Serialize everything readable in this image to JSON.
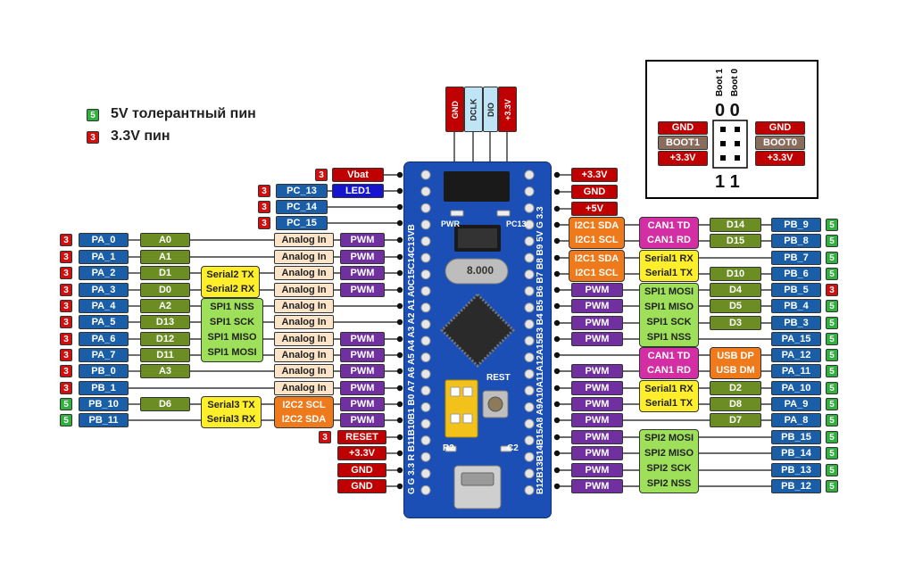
{
  "legend": [
    {
      "badge": "5",
      "text": "5V толерантный пин"
    },
    {
      "badge": "3",
      "text": "3.3V пин"
    }
  ],
  "top_header": [
    "GND",
    "DCLK",
    "DIO",
    "+3.3V"
  ],
  "left_top": [
    {
      "badge": "3",
      "label": "Vbat"
    },
    {
      "badge": "3",
      "label": "PC_13",
      "extra": "LED1"
    },
    {
      "badge": "3",
      "label": "PC_14"
    },
    {
      "badge": "3",
      "label": "PC_15"
    }
  ],
  "left_rows": [
    {
      "badge": "3",
      "pin": "PA_0",
      "alias": "A0",
      "analog": "Analog In",
      "pwm": "PWM"
    },
    {
      "badge": "3",
      "pin": "PA_1",
      "alias": "A1",
      "analog": "Analog In",
      "pwm": "PWM"
    },
    {
      "badge": "3",
      "pin": "PA_2",
      "alias": "D1",
      "analog": "Analog In",
      "pwm": "PWM"
    },
    {
      "badge": "3",
      "pin": "PA_3",
      "alias": "D0",
      "analog": "Analog In",
      "pwm": "PWM"
    },
    {
      "badge": "3",
      "pin": "PA_4",
      "alias": "A2",
      "analog": "Analog In",
      "pwm": ""
    },
    {
      "badge": "3",
      "pin": "PA_5",
      "alias": "D13",
      "analog": "Analog In",
      "pwm": ""
    },
    {
      "badge": "3",
      "pin": "PA_6",
      "alias": "D12",
      "analog": "Analog In",
      "pwm": "PWM"
    },
    {
      "badge": "3",
      "pin": "PA_7",
      "alias": "D11",
      "analog": "Analog In",
      "pwm": "PWM"
    },
    {
      "badge": "3",
      "pin": "PB_0",
      "alias": "A3",
      "analog": "Analog In",
      "pwm": "PWM"
    },
    {
      "badge": "3",
      "pin": "PB_1",
      "alias": "",
      "analog": "Analog In",
      "pwm": "PWM"
    },
    {
      "badge": "5",
      "pin": "PB_10",
      "alias": "D6",
      "analog": "",
      "pwm": "PWM"
    },
    {
      "badge": "5",
      "pin": "PB_11",
      "alias": "",
      "analog": "",
      "pwm": "PWM"
    }
  ],
  "left_groups": [
    {
      "lines": [
        "Serial2 TX",
        "Serial2 RX"
      ]
    },
    {
      "lines": [
        "SPI1 NSS",
        "SPI1 SCK",
        "SPI1 MISO",
        "SPI1 MOSI"
      ]
    },
    {
      "lines": [
        "Serial3 TX",
        "Serial3 RX"
      ]
    },
    {
      "lines": [
        "I2C2 SCL",
        "I2C2 SDA"
      ]
    }
  ],
  "left_bottom": [
    {
      "badge": "3",
      "label": "RESET"
    },
    {
      "badge": "",
      "label": "+3.3V"
    },
    {
      "badge": "",
      "label": "GND"
    },
    {
      "badge": "",
      "label": "GND"
    }
  ],
  "right_top": [
    "+3.3V",
    "GND",
    "+5V"
  ],
  "right_rows": [
    {
      "pwm": "",
      "alias": "D14",
      "pin": "PB_9",
      "badge": "5"
    },
    {
      "pwm": "",
      "alias": "D15",
      "pin": "PB_8",
      "badge": "5"
    },
    {
      "pwm": "",
      "alias": "",
      "pin": "PB_7",
      "badge": "5"
    },
    {
      "pwm": "",
      "alias": "D10",
      "pin": "PB_6",
      "badge": "5"
    },
    {
      "pwm": "PWM",
      "alias": "D4",
      "pin": "PB_5",
      "badge": "3"
    },
    {
      "pwm": "PWM",
      "alias": "D5",
      "pin": "PB_4",
      "badge": "5"
    },
    {
      "pwm": "PWM",
      "alias": "D3",
      "pin": "PB_3",
      "badge": "5"
    },
    {
      "pwm": "PWM",
      "alias": "",
      "pin": "PA_15",
      "badge": "5"
    },
    {
      "pwm": "",
      "alias": "",
      "pin": "PA_12",
      "badge": "5"
    },
    {
      "pwm": "PWM",
      "alias": "",
      "pin": "PA_11",
      "badge": "5"
    },
    {
      "pwm": "PWM",
      "alias": "D2",
      "pin": "PA_10",
      "badge": "5"
    },
    {
      "pwm": "PWM",
      "alias": "D8",
      "pin": "PA_9",
      "badge": "5"
    },
    {
      "pwm": "PWM",
      "alias": "D7",
      "pin": "PA_8",
      "badge": "5"
    },
    {
      "pwm": "PWM",
      "alias": "",
      "pin": "PB_15",
      "badge": "5"
    },
    {
      "pwm": "PWM",
      "alias": "",
      "pin": "PB_14",
      "badge": "5"
    },
    {
      "pwm": "PWM",
      "alias": "",
      "pin": "PB_13",
      "badge": "5"
    },
    {
      "pwm": "PWM",
      "alias": "",
      "pin": "PB_12",
      "badge": "5"
    }
  ],
  "right_groups": [
    {
      "lines": [
        "I2C1 SDA",
        "I2C1 SCL"
      ]
    },
    {
      "lines": [
        "CAN1 TD",
        "CAN1 RD"
      ]
    },
    {
      "lines": [
        "I2C1 SDA",
        "I2C1 SCL"
      ]
    },
    {
      "lines": [
        "Serial1 RX",
        "Serial1 TX"
      ]
    },
    {
      "lines": [
        "SPI1 MOSI",
        "SPI1 MISO",
        "SPI1 SCK",
        "SPI1 NSS"
      ]
    },
    {
      "lines": [
        "CAN1 TD",
        "CAN1 RD"
      ]
    },
    {
      "lines": [
        "USB DP",
        "USB DM"
      ]
    },
    {
      "lines": [
        "Serial1 RX",
        "Serial1 TX"
      ]
    },
    {
      "lines": [
        "SPI2 MOSI",
        "SPI2 MISO",
        "SPI2 SCK",
        "SPI2 NSS"
      ]
    }
  ],
  "board_silk": {
    "left_pins": "G G 3.3 R B11B10B1 B0 A7 A6 A5 A4 A3 A2 A1 A0C15C14C13VB",
    "right_pins": "B12B13B14B15A8 A9A10A11A12A15B3 B4 B5 B6 B7 B8 B9 5V G 3.3",
    "pwr": "PWR",
    "pc13": "PC13",
    "crystal": "8.000",
    "rest": "REST",
    "r2": "R2",
    "c2": "C2"
  },
  "boot": {
    "boot1": "Boot 1",
    "boot0": "Boot 0",
    "top_digits": "0 0",
    "bottom_digits": "1 1",
    "left": [
      "GND",
      "BOOT1",
      "+3.3V"
    ],
    "right": [
      "GND",
      "BOOT0",
      "+3.3V"
    ]
  }
}
